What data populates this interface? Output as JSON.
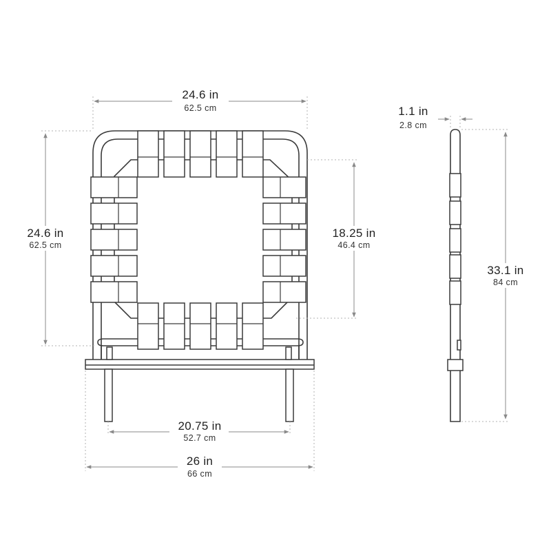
{
  "dimensions": {
    "top_width": {
      "imperial": "24.6 in",
      "metric": "62.5 cm"
    },
    "left_height": {
      "imperial": "24.6 in",
      "metric": "62.5 cm"
    },
    "inner_height": {
      "imperial": "18.25 in",
      "metric": "46.4 cm"
    },
    "leg_spacing": {
      "imperial": "20.75 in",
      "metric": "52.7 cm"
    },
    "base_width": {
      "imperial": "26 in",
      "metric": "66 cm"
    },
    "side_depth": {
      "imperial": "1.1 in",
      "metric": "2.8 cm"
    },
    "side_height": {
      "imperial": "33.1 in",
      "metric": "84 cm"
    }
  },
  "colors": {
    "outline": "#3a3a3a",
    "dimension_line": "#8a8a8a",
    "text": "#222222"
  }
}
